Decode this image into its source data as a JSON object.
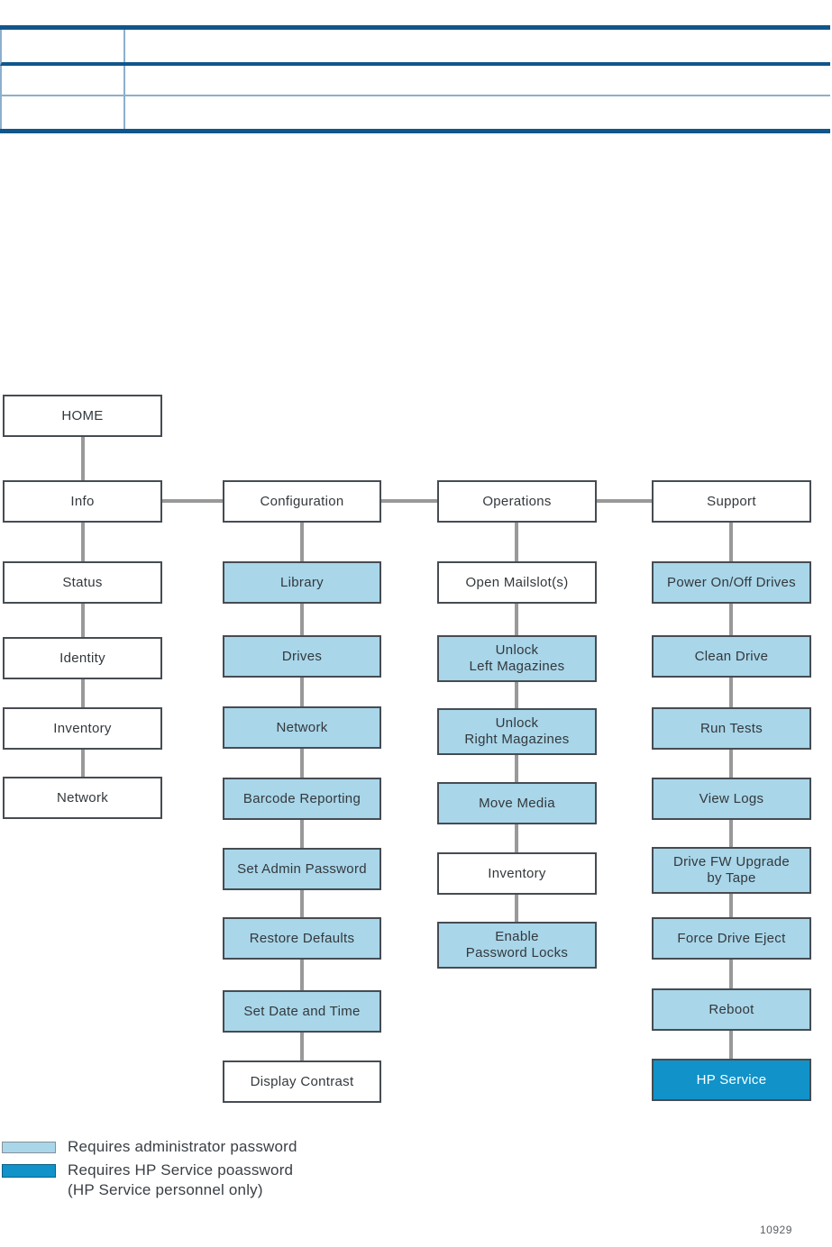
{
  "page": {
    "figure_number": "10929"
  },
  "colors": {
    "table_dark": "#10568C",
    "table_light": "#8CAFCD",
    "plain_fill": "#FFFFFF",
    "admin_fill": "#A9D6E9",
    "service_fill": "#1192C8",
    "box_border": "#464C52",
    "connector": "#999999",
    "label_text": "#33383C",
    "service_text": "#FFFFFF"
  },
  "table": {
    "rows": 3,
    "columns": 2,
    "cells": [
      [
        "",
        ""
      ],
      [
        "",
        ""
      ],
      [
        "",
        ""
      ]
    ]
  },
  "diagram": {
    "root": {
      "label": "HOME",
      "level": "plain"
    },
    "columns": [
      {
        "header": {
          "label": "Info",
          "level": "plain"
        },
        "children": [
          {
            "label": "Status",
            "level": "plain"
          },
          {
            "label": "Identity",
            "level": "plain"
          },
          {
            "label": "Inventory",
            "level": "plain"
          },
          {
            "label": "Network",
            "level": "plain"
          }
        ]
      },
      {
        "header": {
          "label": "Configuration",
          "level": "plain"
        },
        "children": [
          {
            "label": "Library",
            "level": "admin"
          },
          {
            "label": "Drives",
            "level": "admin"
          },
          {
            "label": "Network",
            "level": "admin"
          },
          {
            "label": "Barcode Reporting",
            "level": "admin"
          },
          {
            "label": "Set Admin Password",
            "level": "admin"
          },
          {
            "label": "Restore Defaults",
            "level": "admin"
          },
          {
            "label": "Set Date and Time",
            "level": "admin"
          },
          {
            "label": "Display Contrast",
            "level": "plain"
          }
        ]
      },
      {
        "header": {
          "label": "Operations",
          "level": "plain"
        },
        "children": [
          {
            "label": "Open Mailslot(s)",
            "level": "plain"
          },
          {
            "label": "Unlock\nLeft Magazines",
            "level": "admin"
          },
          {
            "label": "Unlock\nRight Magazines",
            "level": "admin"
          },
          {
            "label": "Move Media",
            "level": "admin"
          },
          {
            "label": "Inventory",
            "level": "plain"
          },
          {
            "label": "Enable\nPassword Locks",
            "level": "admin"
          }
        ]
      },
      {
        "header": {
          "label": "Support",
          "level": "plain"
        },
        "children": [
          {
            "label": "Power On/Off Drives",
            "level": "admin"
          },
          {
            "label": "Clean Drive",
            "level": "admin"
          },
          {
            "label": "Run Tests",
            "level": "admin"
          },
          {
            "label": "View Logs",
            "level": "admin"
          },
          {
            "label": "Drive FW Upgrade\nby Tape",
            "level": "admin"
          },
          {
            "label": "Force Drive Eject",
            "level": "admin"
          },
          {
            "label": "Reboot",
            "level": "admin"
          },
          {
            "label": "HP Service",
            "level": "service"
          }
        ]
      }
    ]
  },
  "legend": {
    "items": [
      {
        "swatch": "admin",
        "lines": [
          "Requires administrator password"
        ]
      },
      {
        "swatch": "service",
        "lines": [
          "Requires HP Service poassword",
          "(HP Service personnel only)"
        ]
      }
    ]
  }
}
